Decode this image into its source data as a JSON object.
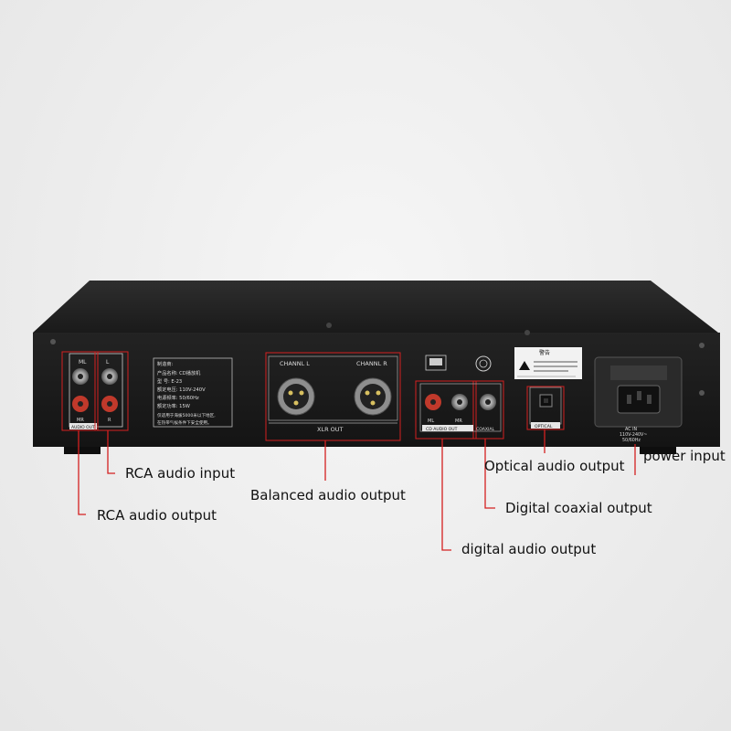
{
  "device": {
    "rca_in_labels": {
      "left": "L",
      "right": "R",
      "top_left": "ML",
      "bottom_left": "MR"
    },
    "audio_out_label": "AUDIO OUT",
    "nameplate": {
      "lines": [
        "制造商:",
        "产品名称: CD播放机",
        "型    号: E-23",
        "额定电压: 110V-240V",
        "电源频率: 50/60Hz",
        "额定功率: 15W",
        "仅适用于海拔5000米以下地区,",
        "在热带气候条件下安全使用。"
      ]
    },
    "xlr": {
      "left_label": "CHANNL L",
      "right_label": "CHANNL R",
      "bottom_label": "XLR OUT"
    },
    "cd_audio_out": {
      "ml": "ML",
      "mr": "MR",
      "label": "CD AUDIO OUT"
    },
    "coaxial_label": "COAXIAL",
    "optical_label": "OPTICAL",
    "warning_title": "警告",
    "ac_label": [
      "AC IN",
      "110V-240V~",
      "50/60Hz"
    ]
  },
  "callouts": {
    "rca_input": "RCA audio input",
    "rca_output": "RCA audio output",
    "balanced": "Balanced audio output",
    "optical": "Optical audio output",
    "power": "power input",
    "coaxial": "Digital coaxial output",
    "digital": "digital audio output"
  },
  "colors": {
    "callout_line": "#d42020",
    "chassis": "#1b1b1b"
  }
}
